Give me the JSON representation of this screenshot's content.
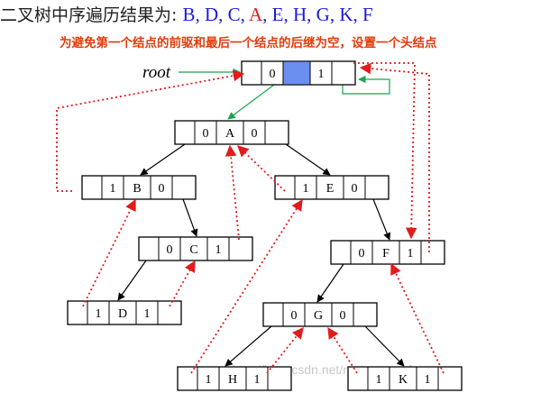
{
  "title": {
    "prefix": "二叉树中序遍历结果为: ",
    "sequence": [
      {
        "text": "B",
        "color": "#1a1adb"
      },
      {
        "text": ", ",
        "color": "#1a1adb"
      },
      {
        "text": "D",
        "color": "#1a1adb"
      },
      {
        "text": ", ",
        "color": "#1a1adb"
      },
      {
        "text": "C",
        "color": "#1a1adb"
      },
      {
        "text": ", ",
        "color": "#1a1adb"
      },
      {
        "text": "A",
        "color": "#e31b1b"
      },
      {
        "text": ", ",
        "color": "#1a1adb"
      },
      {
        "text": "E",
        "color": "#1a1adb"
      },
      {
        "text": ", ",
        "color": "#1a1adb"
      },
      {
        "text": "H",
        "color": "#1a1adb"
      },
      {
        "text": ", ",
        "color": "#1a1adb"
      },
      {
        "text": "G",
        "color": "#1a1adb"
      },
      {
        "text": ", ",
        "color": "#1a1adb"
      },
      {
        "text": "K",
        "color": "#1a1adb"
      },
      {
        "text": ", ",
        "color": "#1a1adb"
      },
      {
        "text": "F",
        "color": "#1a1adb"
      }
    ]
  },
  "subtitle": "为避免第一个结点的前驱和最后一个结点的后继为空，设置一个头结点",
  "root_label": "root",
  "watermark": "http://blog.csdn.net/rust__wangfan",
  "colors": {
    "child_link": "#000000",
    "thread": "#e31b1b",
    "root_link": "#1aa34a",
    "head_data": "#6b8ff0",
    "node_border": "#000000"
  },
  "nodes": [
    {
      "id": "head",
      "ltag": "0",
      "data": "",
      "rtag": "1"
    },
    {
      "id": "A",
      "ltag": "0",
      "data": "A",
      "rtag": "0"
    },
    {
      "id": "B",
      "ltag": "1",
      "data": "B",
      "rtag": "0"
    },
    {
      "id": "E",
      "ltag": "1",
      "data": "E",
      "rtag": "0"
    },
    {
      "id": "C",
      "ltag": "0",
      "data": "C",
      "rtag": "1"
    },
    {
      "id": "F",
      "ltag": "0",
      "data": "F",
      "rtag": "1"
    },
    {
      "id": "D",
      "ltag": "1",
      "data": "D",
      "rtag": "1"
    },
    {
      "id": "G",
      "ltag": "0",
      "data": "G",
      "rtag": "0"
    },
    {
      "id": "H",
      "ltag": "1",
      "data": "H",
      "rtag": "1"
    },
    {
      "id": "K",
      "ltag": "1",
      "data": "K",
      "rtag": "1"
    }
  ],
  "child_links": [
    {
      "from": "head",
      "to": "A"
    },
    {
      "from": "A",
      "to": "B"
    },
    {
      "from": "A",
      "to": "E"
    },
    {
      "from": "B",
      "to": "C"
    },
    {
      "from": "E",
      "to": "F"
    },
    {
      "from": "C",
      "to": "D"
    },
    {
      "from": "F",
      "to": "G"
    },
    {
      "from": "G",
      "to": "H"
    },
    {
      "from": "G",
      "to": "K"
    }
  ],
  "thread_links": [
    {
      "from": "B",
      "to": "head"
    },
    {
      "from": "D",
      "to": "B"
    },
    {
      "from": "D",
      "to": "C"
    },
    {
      "from": "C",
      "to": "A"
    },
    {
      "from": "E",
      "to": "A"
    },
    {
      "from": "H",
      "to": "E"
    },
    {
      "from": "H",
      "to": "G"
    },
    {
      "from": "K",
      "to": "G"
    },
    {
      "from": "K",
      "to": "F"
    },
    {
      "from": "F",
      "to": "head"
    },
    {
      "from": "head",
      "to": "F"
    }
  ]
}
